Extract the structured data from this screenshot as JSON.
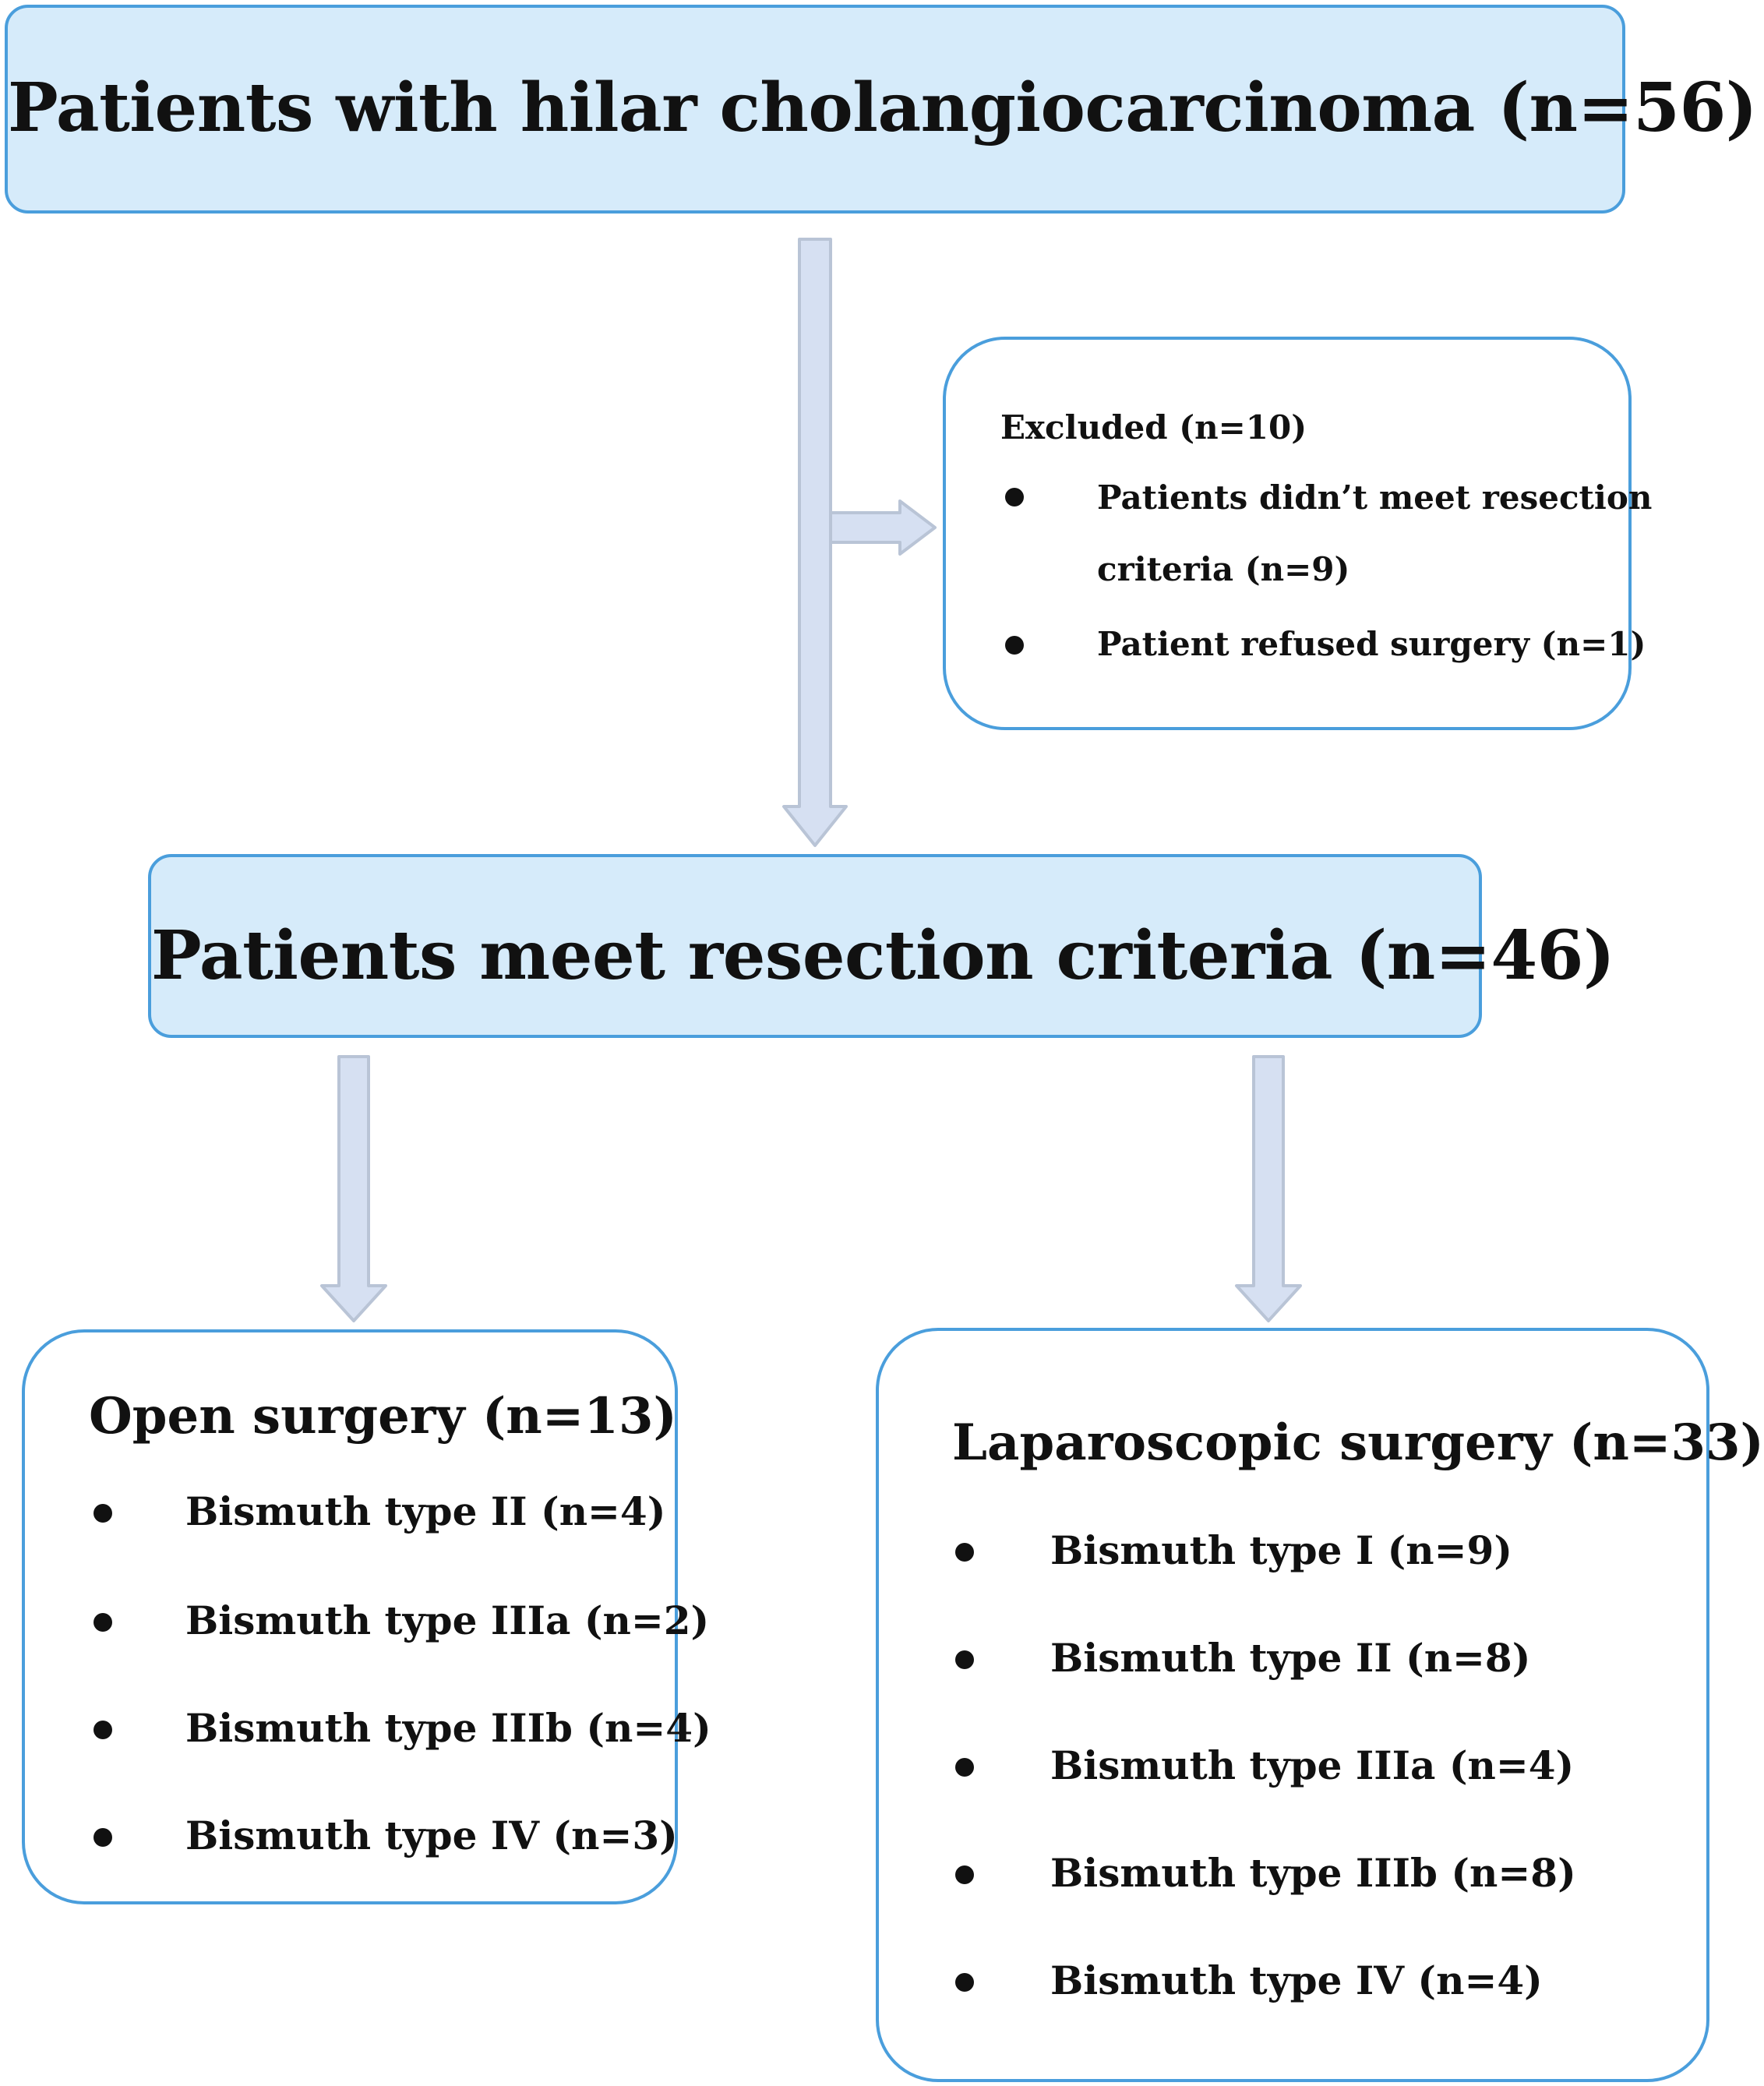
{
  "top_box": {
    "title": "Patients with hilar cholangiocarcinoma (n=56)"
  },
  "excluded_box": {
    "title": "Excluded (n=10)",
    "items": [
      {
        "line1": "Patients didn’t meet resection",
        "line2": "criteria (n=9)"
      },
      {
        "line1": "Patient refused surgery (n=1)"
      }
    ]
  },
  "middle_box": {
    "title": "Patients meet resection criteria (n=46)"
  },
  "open_box": {
    "title": "Open surgery (n=13)",
    "items": [
      "Bismuth type II (n=4)",
      "Bismuth type IIIa (n=2)",
      "Bismuth type IIIb (n=4)",
      "Bismuth type IV (n=3)"
    ]
  },
  "lap_box": {
    "title": "Laparoscopic surgery (n=33)",
    "items": [
      "Bismuth type I (n=9)",
      "Bismuth type II (n=8)",
      "Bismuth type IIIa (n=4)",
      "Bismuth type IIIb (n=8)",
      "Bismuth type IV (n=4)"
    ]
  }
}
